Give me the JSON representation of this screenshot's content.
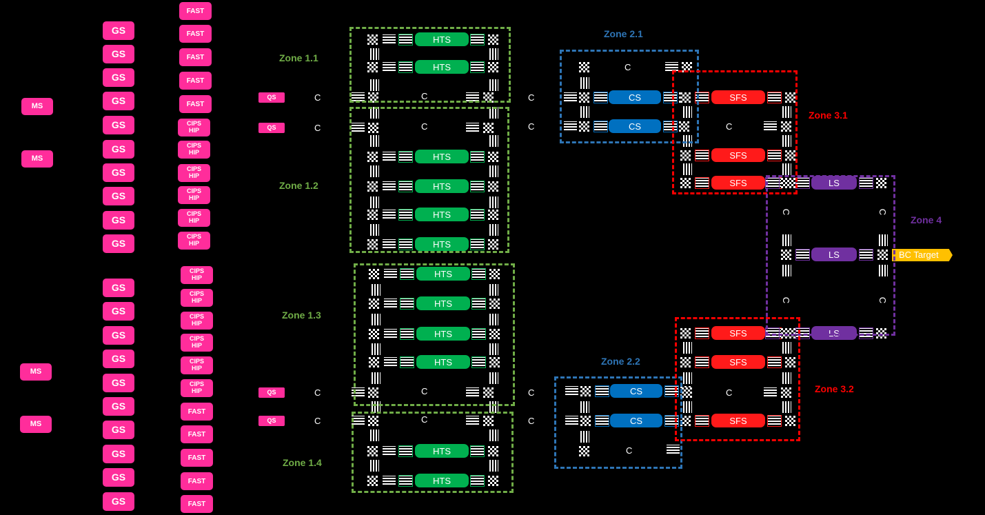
{
  "labels": {
    "gs": "GS",
    "ms": "MS",
    "fast": "FAST",
    "cips": "CIPS HIP",
    "qs": "QS",
    "hts": "HTS",
    "cs": "CS",
    "sfs": "SFS",
    "ls": "LS",
    "c": "C",
    "bc_target": "BC Target"
  },
  "zones": [
    {
      "label": "Zone 1.1",
      "color": "#70ad47"
    },
    {
      "label": "Zone 1.2",
      "color": "#70ad47"
    },
    {
      "label": "Zone 1.3",
      "color": "#70ad47"
    },
    {
      "label": "Zone 1.4",
      "color": "#70ad47"
    },
    {
      "label": "Zone 2.1",
      "color": "#2e75b6"
    },
    {
      "label": "Zone 2.2",
      "color": "#2e75b6"
    },
    {
      "label": "Zone 3.1",
      "color": "#ff0000"
    },
    {
      "label": "Zone 3.2",
      "color": "#ff0000"
    },
    {
      "label": "Zone 4",
      "color": "#7030a0"
    }
  ],
  "colors": {
    "source_pink": "#ff2d9b",
    "hts_green": "#00b050",
    "cs_blue": "#0070c0",
    "sfs_red": "#ff1a1a",
    "ls_purple": "#7030a0",
    "target_amber": "#ffc000"
  }
}
